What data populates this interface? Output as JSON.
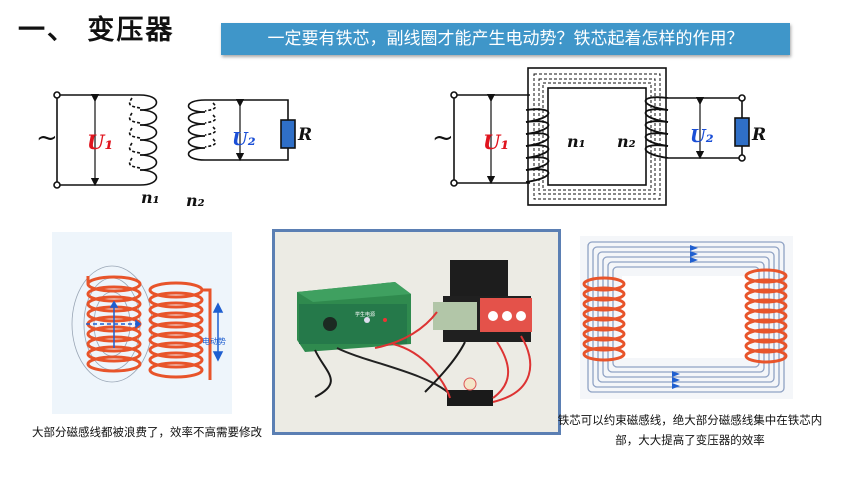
{
  "slide": {
    "title": "一、 变压器",
    "question": "一定要有铁芯，副线圈才能产生电动势？铁芯起着怎样的作用？"
  },
  "diagram_left": {
    "u1": "U₁",
    "u2": "U₂",
    "r": "R",
    "n1": "n₁",
    "n2": "n₂",
    "source": "~"
  },
  "diagram_right": {
    "u1": "U₁",
    "u2": "U₂",
    "r": "R",
    "n1": "n₁",
    "n2": "n₂",
    "source": "~"
  },
  "images": {
    "left_panel_label": "电动势",
    "instrument_label": "学生电源"
  },
  "captions": {
    "left": "大部分磁感线都被浪费了，效率不高需要修改",
    "right": "铁芯可以约束磁感线，绝大部分磁感线集中在铁芯内部，大大提高了变压器的效率"
  },
  "colors": {
    "voltage1": "#e0141e",
    "voltage2": "#1b4fd6",
    "question_bg": "#3f96c9",
    "coil_orange": "#e8542a",
    "field_line": "#1f5fd0"
  }
}
